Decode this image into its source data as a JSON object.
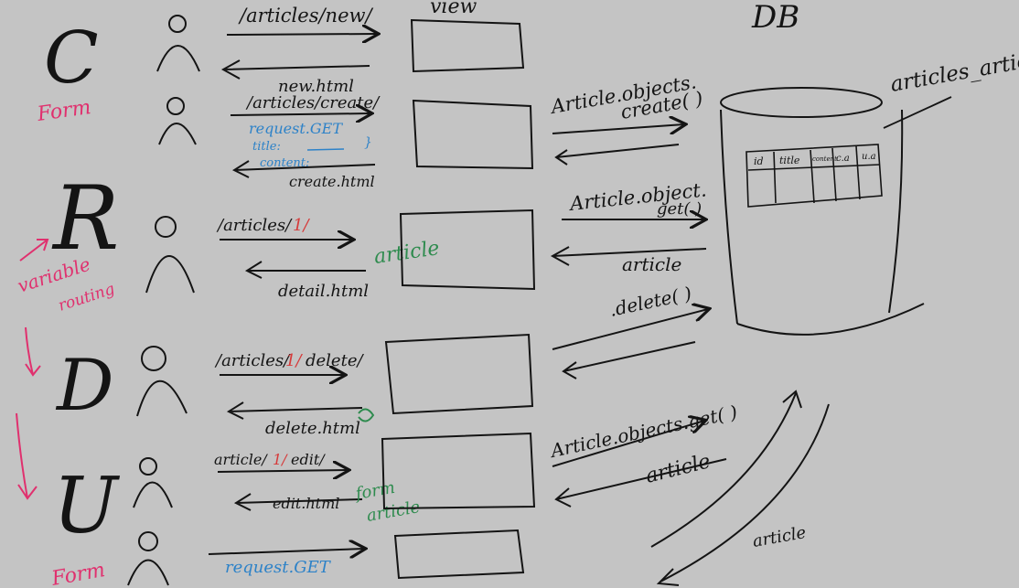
{
  "colors": {
    "background": "#c4c4c4",
    "ink": "#141414",
    "pink": "#e0306e",
    "red": "#d63a3a",
    "blue": "#2d82c8",
    "green": "#2e8b4e"
  },
  "header": {
    "view_label": "view",
    "db_label": "DB"
  },
  "rows": {
    "create_new": {
      "letter": "C",
      "sub_label": "Form",
      "url": "/articles/new/",
      "response": "new.html"
    },
    "create_post": {
      "url": "/articles/create/",
      "request": "request.GET",
      "title_field": "title:",
      "title_brace": "}",
      "content_field": "content:",
      "response": "create.html",
      "orm": "Article.objects.create( )"
    },
    "read": {
      "letter": "R",
      "side_note_1": "variable",
      "side_note_2": "routing",
      "url_prefix": "/articles/",
      "url_var": "1/",
      "response": "detail.html",
      "context": "article",
      "orm": "Article.object.get( )",
      "orm_return": "article"
    },
    "delete": {
      "letter": "D",
      "url_prefix": "/articles/",
      "url_var": "1/",
      "url_suffix": "delete/",
      "response": "delete.html",
      "orm": ".delete( )"
    },
    "update": {
      "letter": "U",
      "url_prefix": "article/",
      "url_var": "1/",
      "url_suffix": "edit/",
      "response": "edit.html",
      "context_1": "form",
      "context_2": "article",
      "orm": "Article.objects.get( )",
      "orm_return": "article",
      "loop_label": "article"
    },
    "update_post": {
      "sub_label": "Form",
      "request": "request.GET"
    }
  },
  "db": {
    "table_name": "articles_article",
    "columns": [
      "id",
      "title",
      "content",
      "c.a",
      "u.a"
    ]
  }
}
